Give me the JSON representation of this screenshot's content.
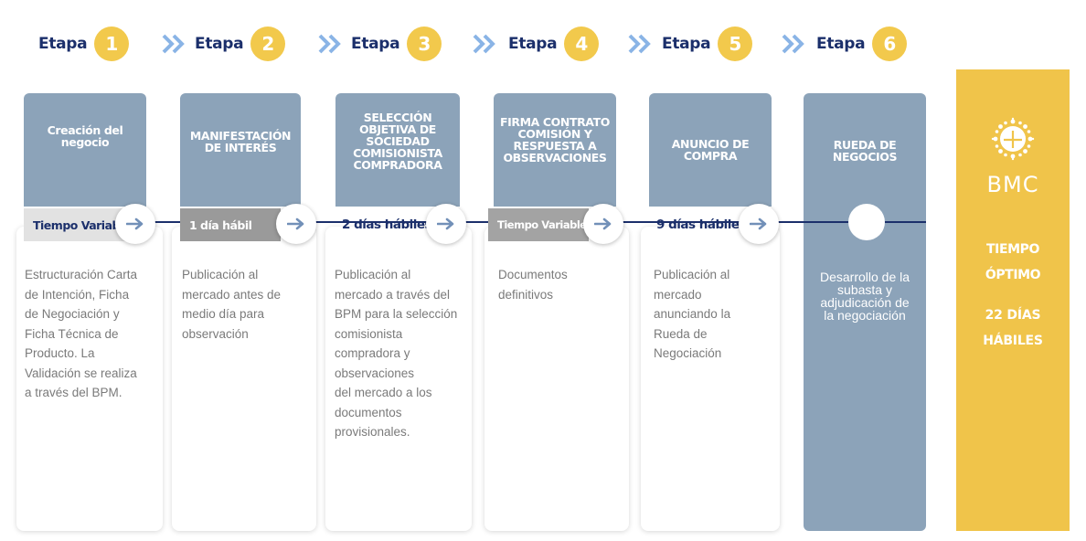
{
  "stages": [
    {
      "label": "Etapa",
      "number": "1"
    },
    {
      "label": "Etapa",
      "number": "2"
    },
    {
      "label": "Etapa",
      "number": "3"
    },
    {
      "label": "Etapa",
      "number": "4"
    },
    {
      "label": "Etapa",
      "number": "5"
    },
    {
      "label": "Etapa",
      "number": "6"
    }
  ],
  "steps": [
    {
      "title": [
        "Creación del",
        "negocio"
      ],
      "time": "Tiempo Variable",
      "description": [
        "Estructuración Carta",
        "de Intención, Ficha",
        "de Negociación y",
        "Ficha Técnica de",
        "Producto. La",
        "Validación se realiza",
        "a través del BPM."
      ]
    },
    {
      "title": [
        "MANIFESTACIÓN",
        "DE INTERÉS"
      ],
      "time": "1 día hábil",
      "description": [
        "Publicación al",
        "mercado antes de",
        "medio día para",
        "observación"
      ]
    },
    {
      "title": [
        "SELECCIÓN",
        "OBJETIVA DE",
        "SOCIEDAD",
        "COMISIONISTA",
        "COMPRADORA"
      ],
      "time": "2 días hábiles",
      "description": [
        "Publicación al",
        "mercado a través del",
        "BPM para la selección",
        "comisionista",
        "compradora y",
        "observaciones",
        "del mercado a los",
        "documentos",
        "provisionales."
      ]
    },
    {
      "title": [
        "FIRMA CONTRATO",
        "COMISIÓN Y",
        "RESPUESTA A",
        "OBSERVACIONES"
      ],
      "time": "Tiempo Variable",
      "description": [
        "Documentos",
        "definitivos"
      ]
    },
    {
      "title": [
        "ANUNCIO DE",
        "COMPRA"
      ],
      "time": "9 días hábiles",
      "description": [
        "Publicación al",
        "mercado",
        "anunciando la",
        "Rueda de",
        "Negociación"
      ]
    },
    {
      "title": [
        "RUEDA DE",
        "NEGOCIOS"
      ],
      "description": [
        "Desarrollo de la",
        "subasta y",
        "adjudicación de",
        "la negociación"
      ]
    }
  ],
  "summary": {
    "brand": "BMC",
    "tiempo": [
      "TIEMPO",
      "ÓPTIMO"
    ],
    "dias": [
      "22 DÍAS",
      "HÁBILES"
    ]
  },
  "colors": {
    "navy": "#1b2f6b",
    "yellow": "#f2c94c",
    "steel": "#8ca3b9",
    "panel_yellow": "#f0c44a"
  }
}
